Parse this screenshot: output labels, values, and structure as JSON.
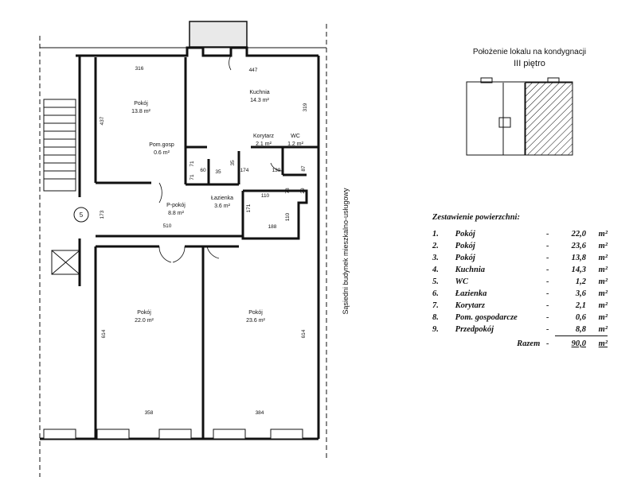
{
  "location": {
    "title": "Położenie lokalu na kondygnacji",
    "floor": "III piętro"
  },
  "neighbor_label": "Sąsiedni budynek mieszkalno-usługowy",
  "plan": {
    "rooms": {
      "pokoj_top": {
        "name": "Pokój",
        "area": "13.8 m²"
      },
      "kuchnia": {
        "name": "Kuchnia",
        "area": "14.3 m²"
      },
      "pom_gosp": {
        "name": "Pom.gosp",
        "area": "0.6 m²"
      },
      "korytarz": {
        "name": "Korytarz",
        "area": "2.1 m²"
      },
      "wc": {
        "name": "WC",
        "area": "1.2 m²"
      },
      "ppokoj": {
        "name": "P-pokój",
        "area": "8.8 m²"
      },
      "lazienka": {
        "name": "Łazienka",
        "area": "3.6 m²"
      },
      "pokoj_left": {
        "name": "Pokój",
        "area": "22.0 m²"
      },
      "pokoj_right": {
        "name": "Pokój",
        "area": "23.6 m²"
      }
    },
    "dims": {
      "d316": "316",
      "d447": "447",
      "d437": "437",
      "d319": "319",
      "d60": "60",
      "d35a": "35",
      "d35b": "35",
      "d71a": "71",
      "d174": "174",
      "d139": "139",
      "d87": "87",
      "d110a": "110",
      "d78": "78",
      "d29": "29",
      "d171": "171",
      "d110b": "110",
      "d188": "188",
      "d173": "173",
      "d510": "510",
      "d614a": "614",
      "d614b": "614",
      "d358": "358",
      "d384": "384",
      "d71b": "71"
    },
    "stair_number": "5"
  },
  "summary": {
    "title": "Zestawienie powierzchni:",
    "unit": "m²",
    "rows": [
      {
        "no": "1.",
        "name": "Pokój",
        "area": "22,0"
      },
      {
        "no": "2.",
        "name": "Pokój",
        "area": "23,6"
      },
      {
        "no": "3.",
        "name": "Pokój",
        "area": "13,8"
      },
      {
        "no": "4.",
        "name": "Kuchnia",
        "area": "14,3"
      },
      {
        "no": "5.",
        "name": "WC",
        "area": "1,2"
      },
      {
        "no": "6.",
        "name": "Łazienka",
        "area": "3,6"
      },
      {
        "no": "7.",
        "name": "Korytarz",
        "area": "2,1"
      },
      {
        "no": "8.",
        "name": "Pom. gospodarcze",
        "area": "0,6"
      },
      {
        "no": "9.",
        "name": "Przedpokój",
        "area": "8,8"
      }
    ],
    "total_label": "Razem",
    "total": "90,0"
  }
}
